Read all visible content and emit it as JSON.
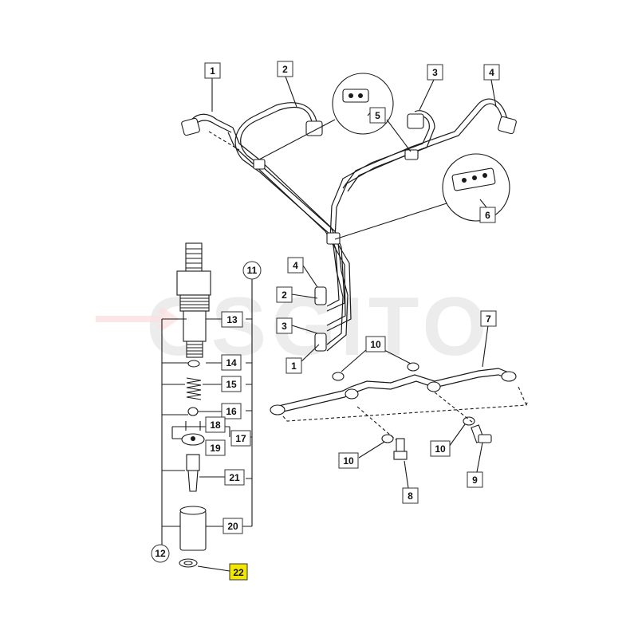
{
  "watermark": {
    "text": "CSGITO"
  },
  "highlight_color": "#f3e600",
  "callouts": {
    "c1a": "1",
    "c2a": "2",
    "c3a": "3",
    "c4a": "4",
    "c5": "5",
    "c6": "6",
    "c7": "7",
    "c4b": "4",
    "c2b": "2",
    "c3b": "3",
    "c1b": "1",
    "c11": "11",
    "c12": "12",
    "c13": "13",
    "c14": "14",
    "c15": "15",
    "c16": "16",
    "c17": "17",
    "c18": "18",
    "c19": "19",
    "c20": "20",
    "c21": "21",
    "c22": "22",
    "c10a": "10",
    "c10b": "10",
    "c10c": "10",
    "c8": "8",
    "c9": "9"
  }
}
